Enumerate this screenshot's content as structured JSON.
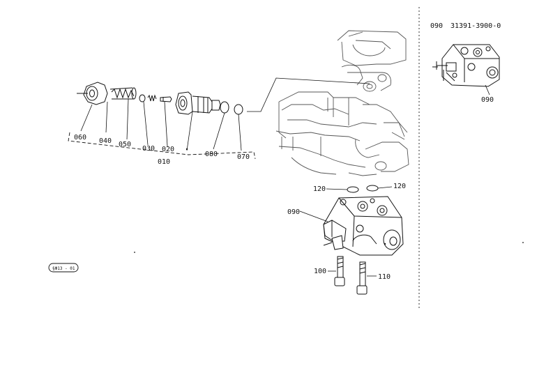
{
  "reference": {
    "part_no": "090",
    "part_number": "31391-3900-0",
    "callout": "090"
  },
  "spool_group": {
    "callouts": [
      "060",
      "040",
      "050",
      "030",
      "020",
      "080",
      "070"
    ],
    "assembly_label": "010"
  },
  "block": {
    "seal_left": "120",
    "seal_right": "120",
    "body": "090",
    "bolt_left": "100",
    "bolt_right": "110"
  },
  "footnote": "§Ф13 - 01"
}
